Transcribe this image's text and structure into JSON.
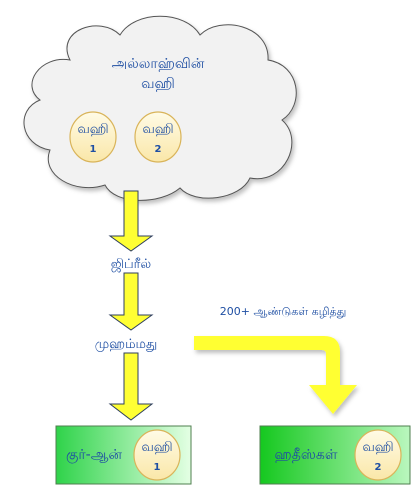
{
  "cloud": {
    "title_line1": "அல்லாஹ்வின்",
    "title_line2": "வஹி",
    "badge1": {
      "label": "வஹி",
      "number": "1"
    },
    "badge2": {
      "label": "வஹி",
      "number": "2"
    }
  },
  "chain": {
    "step1": "ஜிப்ரீல்",
    "step2": "முஹம்மது"
  },
  "branch_note": "200+ ஆண்டுகள் கழித்து",
  "boxes": {
    "quran": {
      "title": "குர்-ஆன்",
      "badge": {
        "label": "வஹி",
        "number": "1"
      }
    },
    "hadith": {
      "title": "ஹதீஸ்கள்",
      "badge": {
        "label": "வஹி",
        "number": "2"
      }
    }
  },
  "colors": {
    "text_blue": "#1f4fa3",
    "arrow_fill": "#ffff33",
    "arrow_stroke": "#2f3f5f",
    "cloud_fill": "#f2f2f2",
    "cloud_stroke": "#555555",
    "badge_fill": "#fdf3c9",
    "badge_stroke": "#d9b45a",
    "box_green_dark": "#2fd34a",
    "box_green_light": "#d8ffd8"
  }
}
